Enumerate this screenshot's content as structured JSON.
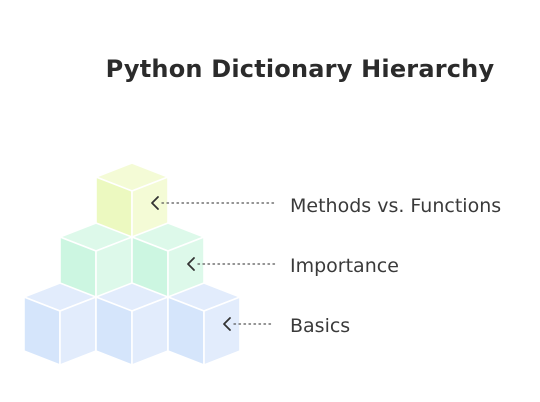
{
  "title": "Python Dictionary Hierarchy",
  "levels": [
    {
      "label": "Methods vs. Functions",
      "color": "#ecf9c0",
      "color_side": "#f4fbd6",
      "cubes": 1
    },
    {
      "label": "Importance",
      "color": "#ccf6e1",
      "color_side": "#ddf9ea",
      "cubes": 2
    },
    {
      "label": "Basics",
      "color": "#d5e5fb",
      "color_side": "#e2ecfc",
      "cubes": 3
    }
  ]
}
